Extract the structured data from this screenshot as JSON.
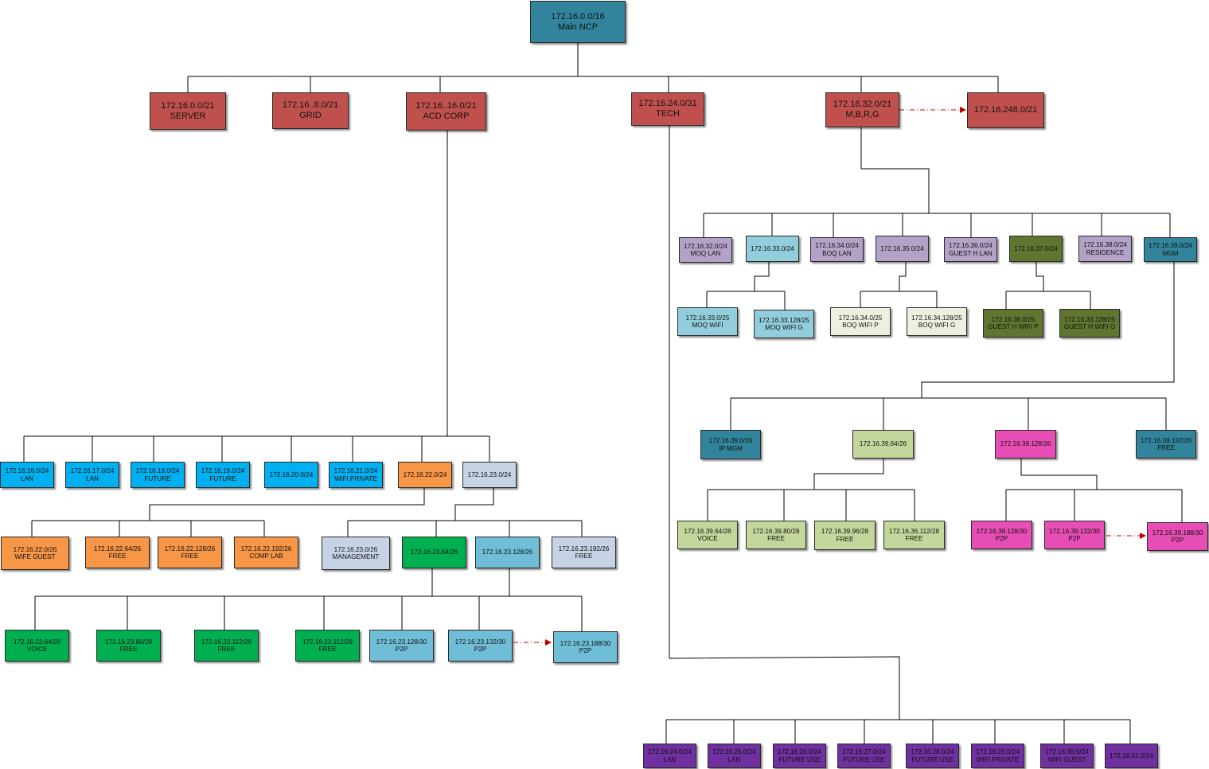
{
  "colors": {
    "root": "#31849b",
    "red": "#c0504d",
    "blue": "#00b0f0",
    "orange": "#f79646",
    "lightgray_blue": "#c6d3e4",
    "green": "#00b050",
    "light_teal": "#6fbdd6",
    "light_blue2": "#92cddc",
    "purple_gray": "#b3a2c7",
    "olive": "#5f7530",
    "dark_teal": "#31849b",
    "pale": "#ebf1de",
    "olive_light": "#c3d69b",
    "magenta": "#e64db5",
    "violet": "#7030a0",
    "line": "#000000",
    "arrow": "#c00000"
  },
  "nodes": {
    "root": {
      "l1": "172.16.0.0/16",
      "l2": "Main NCP"
    },
    "server": {
      "l1": "172.16.0.0/21",
      "l2": "SERVER"
    },
    "grid": {
      "l1": "172.16..8.0/21",
      "l2": "GRID"
    },
    "acd": {
      "l1": "172.16..16.0/21",
      "l2": "ACD CORP"
    },
    "tech": {
      "l1": "172.16.24.0/31",
      "l2": "TECH"
    },
    "mbrg": {
      "l1": "172.16.32.0/21",
      "l2": "M,B,R,G"
    },
    "n248": {
      "l1": "172.16.248.0/21",
      "l2": ""
    },
    "a16": {
      "l1": "172.16.16.0/24",
      "l2": "LAN"
    },
    "a17": {
      "l1": "172.16.17.0/24",
      "l2": "LAN"
    },
    "a18": {
      "l1": "172.16.18.0/24",
      "l2": "FUTURE"
    },
    "a19": {
      "l1": "172.16.19.0/24",
      "l2": "FUTURE"
    },
    "a20": {
      "l1": "172.16.20.0/24",
      "l2": ""
    },
    "a21": {
      "l1": "172.16.21.0/24",
      "l2": "WIFI PRIVATE"
    },
    "a22": {
      "l1": "172.16.22.0/24",
      "l2": ""
    },
    "a23": {
      "l1": "172.16.23.0/24",
      "l2": ""
    },
    "b22_0": {
      "l1": "172.16.22.0/26",
      "l2": "WIFE GUEST"
    },
    "b22_64": {
      "l1": "172.16.22.64/26",
      "l2": "FREE"
    },
    "b22_128": {
      "l1": "172.16.22.128/26",
      "l2": "FREE"
    },
    "b22_192": {
      "l1": "172.16.22.192/26",
      "l2": "COMP LAB"
    },
    "b23_0": {
      "l1": "172.16.23.0/26",
      "l2": "MANAGEMENT"
    },
    "b23_64": {
      "l1": "172.16.23.64/26",
      "l2": ""
    },
    "b23_128": {
      "l1": "172.16.23.128/26",
      "l2": ""
    },
    "b23_192": {
      "l1": "172.16.23.192/26",
      "l2": "FREE"
    },
    "c64": {
      "l1": "172.16.23.64/28",
      "l2": "VOICE"
    },
    "c80": {
      "l1": "172.16.23.80/28",
      "l2": "FREE"
    },
    "c112a": {
      "l1": "172.16.23.112/28",
      "l2": "FREE"
    },
    "c112b": {
      "l1": "172.16.23.112/28",
      "l2": "FREE"
    },
    "c128": {
      "l1": "172.16.23.128/30",
      "l2": "P2P"
    },
    "c132": {
      "l1": "172.16.23.132/30",
      "l2": "P2P"
    },
    "c188": {
      "l1": "172.16.23.188/30",
      "l2": "P2P"
    },
    "m32": {
      "l1": "172.16.32.0/24",
      "l2": "MOQ LAN"
    },
    "m33": {
      "l1": "172.16.33.0/24",
      "l2": ""
    },
    "m34": {
      "l1": "172.16.34.0/24",
      "l2": "BOQ LAN"
    },
    "m35": {
      "l1": "172.16.35.0/24",
      "l2": ""
    },
    "m36": {
      "l1": "172.16.36.0/24",
      "l2": "GUEST H  LAN"
    },
    "m37": {
      "l1": "172.16.37.0/24",
      "l2": ""
    },
    "m38": {
      "l1": "172.16.38.0/24",
      "l2": "RESIDENCE"
    },
    "m39": {
      "l1": "172.16.39.0/24",
      "l2": "MGM"
    },
    "w33_0": {
      "l1": "172.16.33.0/25",
      "l2": "MOQ WIFI"
    },
    "w33_128": {
      "l1": "172.16.33.128/25",
      "l2": "MOQ WIFI G"
    },
    "w34_0": {
      "l1": "172.16.34.0/25",
      "l2": "BOQ WIFI P"
    },
    "w34_128": {
      "l1": "172.16.34.128/25",
      "l2": "BOQ WIFI G"
    },
    "w36_0": {
      "l1": "172.16.36.0/25",
      "l2": "GUEST H WIFI P"
    },
    "w33_128b": {
      "l1": "172.16.33.128/25",
      "l2": "GUEST H WIFI G"
    },
    "g0": {
      "l1": "172.16.39.0/26",
      "l2": "IP MGM"
    },
    "g64": {
      "l1": "172.16.39.64/26",
      "l2": ""
    },
    "g128": {
      "l1": "172.16.39.128/26",
      "l2": ""
    },
    "g192": {
      "l1": "172.16.39.192/26",
      "l2": "FREE"
    },
    "h64": {
      "l1": "172.16.39.64/28",
      "l2": "VOICE"
    },
    "h80": {
      "l1": "172.16.39.80/28",
      "l2": "FREE"
    },
    "h96": {
      "l1": "172.16.39.96/28",
      "l2": "FREE"
    },
    "h112": {
      "l1": "172.16.36.112/28",
      "l2": "FREE"
    },
    "h128": {
      "l1": "172.16.39.128/30",
      "l2": "P2P"
    },
    "h132": {
      "l1": "172.16.39.132/30",
      "l2": "P2P"
    },
    "h188": {
      "l1": "172.16.39.188/30",
      "l2": "P2P"
    },
    "t24": {
      "l1": "172.16.24.0/24",
      "l2": "LAN"
    },
    "t25": {
      "l1": "172.16.25.0/24",
      "l2": "LAN"
    },
    "t26": {
      "l1": "172.16.26.0/24",
      "l2": "FUTURE USE"
    },
    "t27": {
      "l1": "172.16.27.0/24",
      "l2": "FUTURE USE"
    },
    "t28": {
      "l1": "172.16.28.0/24",
      "l2": "FUTURE USE"
    },
    "t29": {
      "l1": "172.16.29.0/24",
      "l2": "WIFI PRIVATE"
    },
    "t30": {
      "l1": "172.16.30.0/24",
      "l2": "WIFI GUEST"
    },
    "t31": {
      "l1": "172.16.31.0/24",
      "l2": ""
    }
  }
}
